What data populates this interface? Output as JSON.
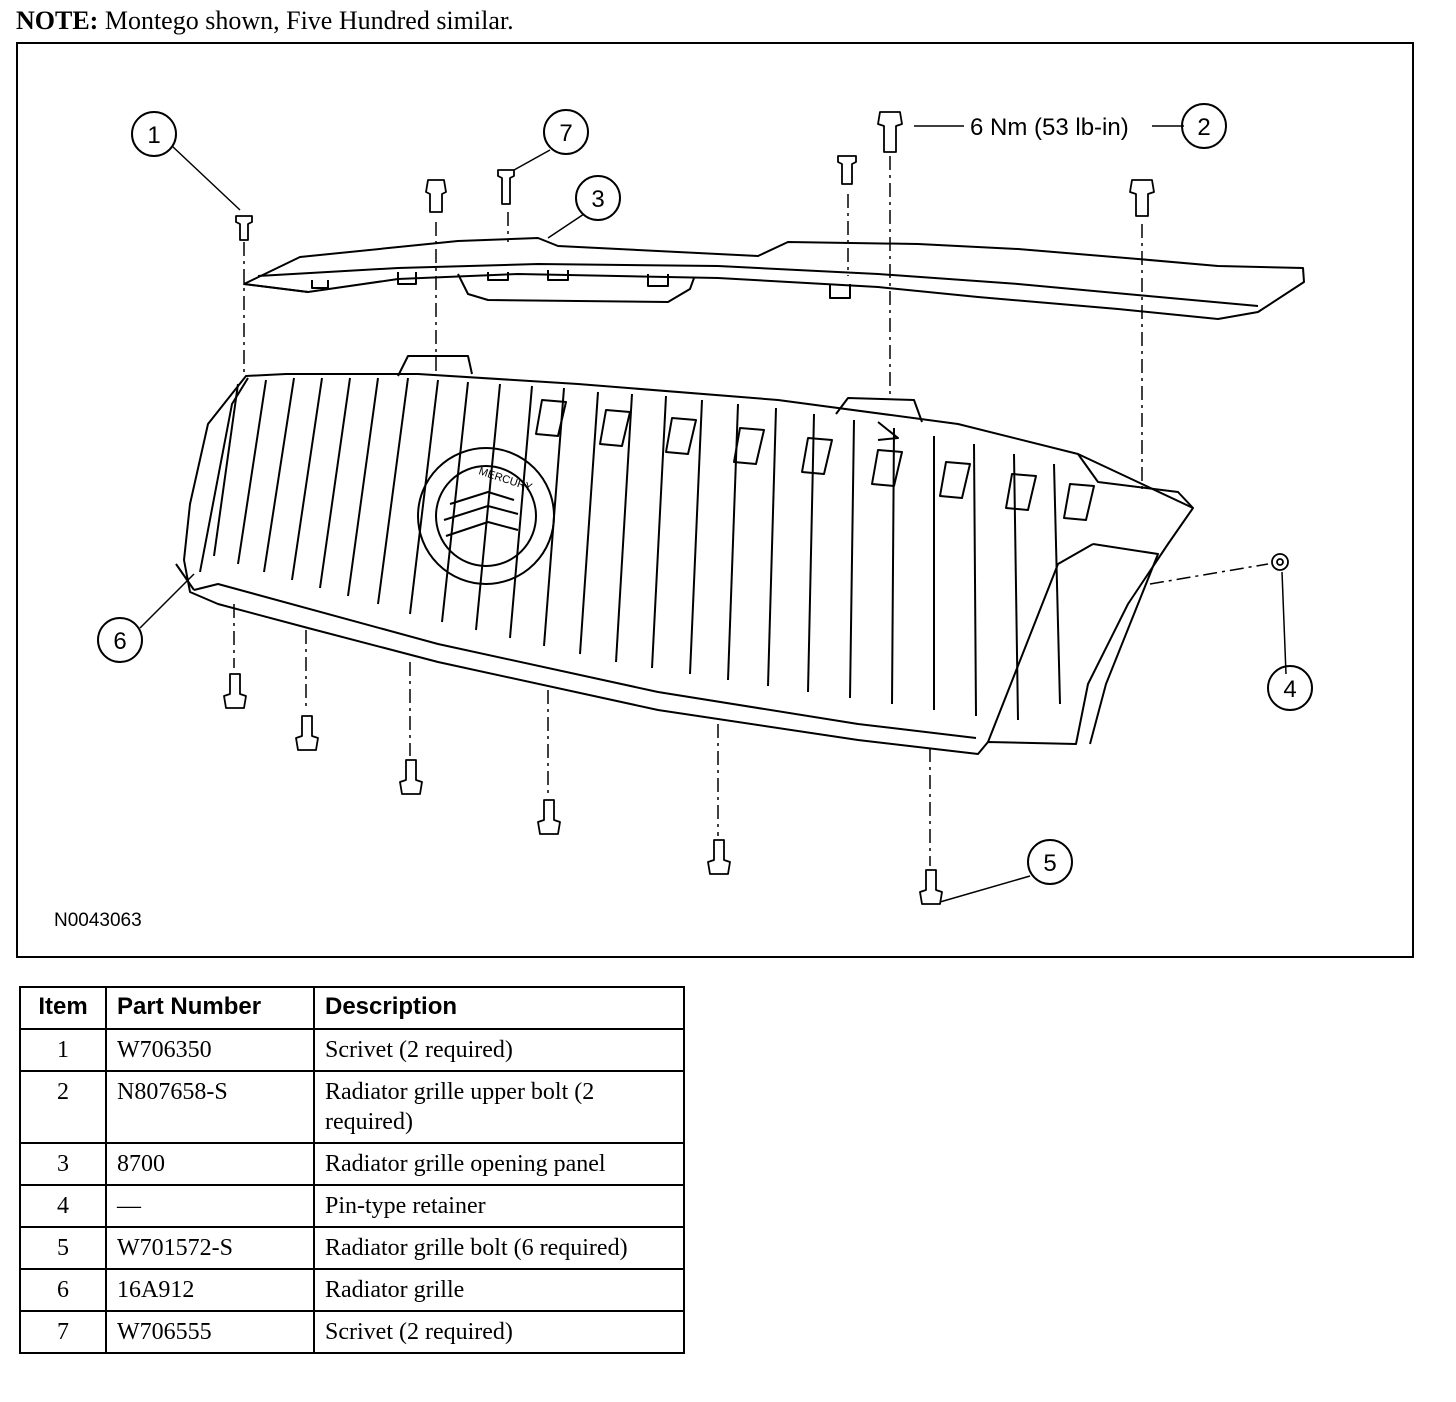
{
  "note": {
    "label": "NOTE:",
    "text": "Montego shown, Five Hundred similar."
  },
  "figure": {
    "id": "N0043063",
    "torque": "6 Nm (53 lb-in)",
    "emblem_text": "MERCURY",
    "callouts": [
      "1",
      "2",
      "3",
      "4",
      "5",
      "6",
      "7"
    ]
  },
  "table": {
    "headers": [
      "Item",
      "Part Number",
      "Description"
    ],
    "rows": [
      {
        "item": "1",
        "part": "W706350",
        "desc": "Scrivet (2 required)"
      },
      {
        "item": "2",
        "part": "N807658-S",
        "desc": "Radiator grille upper bolt (2 required)"
      },
      {
        "item": "3",
        "part": "8700",
        "desc": "Radiator grille opening panel"
      },
      {
        "item": "4",
        "part": "—",
        "desc": "Pin-type retainer"
      },
      {
        "item": "5",
        "part": "W701572-S",
        "desc": "Radiator grille bolt (6 required)"
      },
      {
        "item": "6",
        "part": "16A912",
        "desc": "Radiator grille"
      },
      {
        "item": "7",
        "part": "W706555",
        "desc": "Scrivet (2 required)"
      }
    ]
  }
}
